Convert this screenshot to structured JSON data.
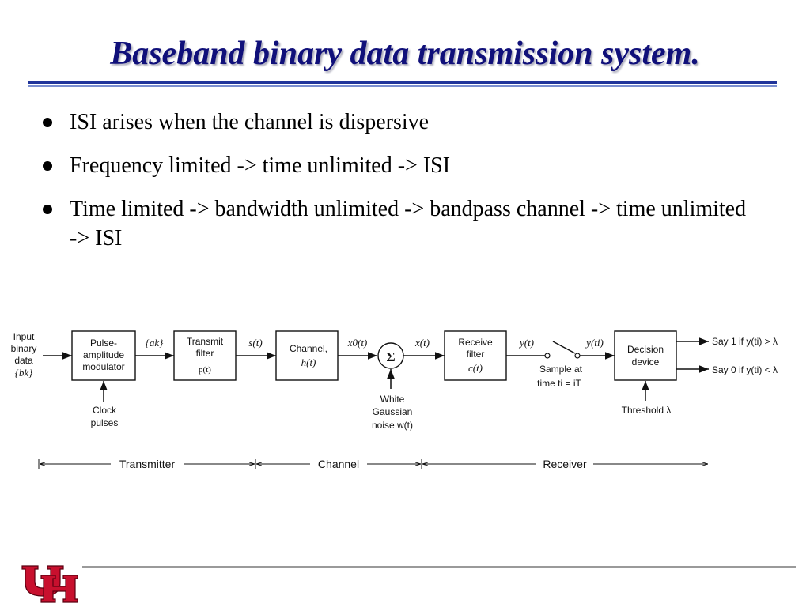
{
  "title": "Baseband binary data transmission system.",
  "bullets": [
    {
      "text": "ISI arises when the channel is dispersive"
    },
    {
      "text": "Frequency limited -> time unlimited -> ISI"
    },
    {
      "text": "Time limited -> bandwidth unlimited -> bandpass channel -> time unlimited -> ISI"
    }
  ],
  "diagram": {
    "input": [
      "Input",
      "binary",
      "data",
      "{bk}"
    ],
    "pam": [
      "Pulse-",
      "amplitude",
      "modulator"
    ],
    "clock": [
      "Clock",
      "pulses"
    ],
    "ak": "{ak}",
    "transmit_filter": [
      "Transmit",
      "filter",
      "p(t)"
    ],
    "st": "s(t)",
    "channel": [
      "Channel,",
      "h(t)"
    ],
    "x0t": "x0(t)",
    "sum": "Σ",
    "noise": [
      "White",
      "Gaussian",
      "noise w(t)"
    ],
    "xt": "x(t)",
    "receive_filter": [
      "Receive",
      "filter",
      "c(t)"
    ],
    "yt": "y(t)",
    "sample": [
      "Sample at",
      "time ti = iT"
    ],
    "yti": "y(ti)",
    "decision": [
      "Decision",
      "device"
    ],
    "threshold": "Threshold λ",
    "out1": "Say 1 if y(ti) > λ",
    "out0": "Say 0 if y(ti) < λ",
    "sections": [
      "Transmitter",
      "Channel",
      "Receiver"
    ]
  },
  "logo": {
    "alt": "UH"
  },
  "colors": {
    "title": "#10107a",
    "rule": "#20349a",
    "logo_red": "#c8102e"
  }
}
